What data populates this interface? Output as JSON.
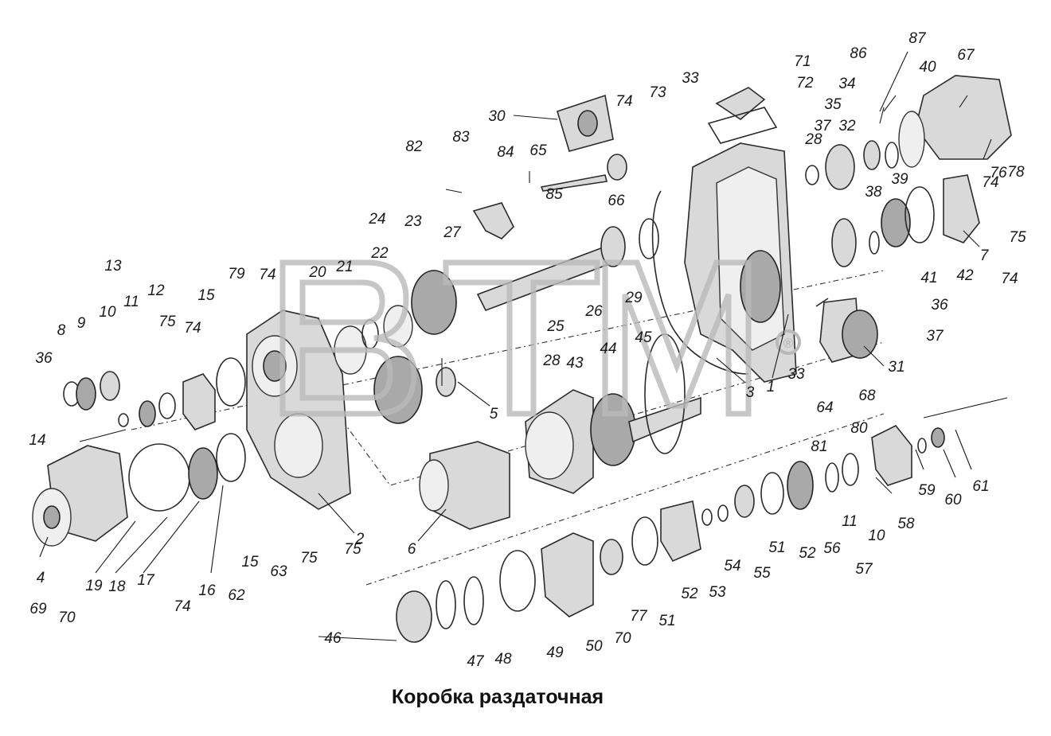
{
  "title": "Коробка раздаточная",
  "watermark": {
    "text": "BTM",
    "mark": "®"
  },
  "labels": [
    "1",
    "2",
    "3",
    "4",
    "5",
    "6",
    "7",
    "8",
    "9",
    "10",
    "10",
    "11",
    "11",
    "12",
    "13",
    "14",
    "15",
    "15",
    "16",
    "17",
    "18",
    "19",
    "20",
    "21",
    "22",
    "23",
    "24",
    "25",
    "26",
    "27",
    "28",
    "28",
    "29",
    "30",
    "31",
    "32",
    "33",
    "33",
    "34",
    "35",
    "36",
    "36",
    "37",
    "37",
    "38",
    "39",
    "40",
    "41",
    "42",
    "43",
    "44",
    "45",
    "46",
    "47",
    "48",
    "49",
    "50",
    "51",
    "51",
    "52",
    "52",
    "53",
    "54",
    "55",
    "56",
    "57",
    "58",
    "59",
    "60",
    "61",
    "62",
    "63",
    "64",
    "65",
    "66",
    "67",
    "68",
    "69",
    "70",
    "70",
    "71",
    "72",
    "73",
    "74",
    "74",
    "74",
    "74",
    "74",
    "74",
    "75",
    "75",
    "75",
    "75",
    "76",
    "77",
    "78",
    "79",
    "80",
    "81",
    "82",
    "83",
    "84",
    "85",
    "86",
    "87"
  ]
}
